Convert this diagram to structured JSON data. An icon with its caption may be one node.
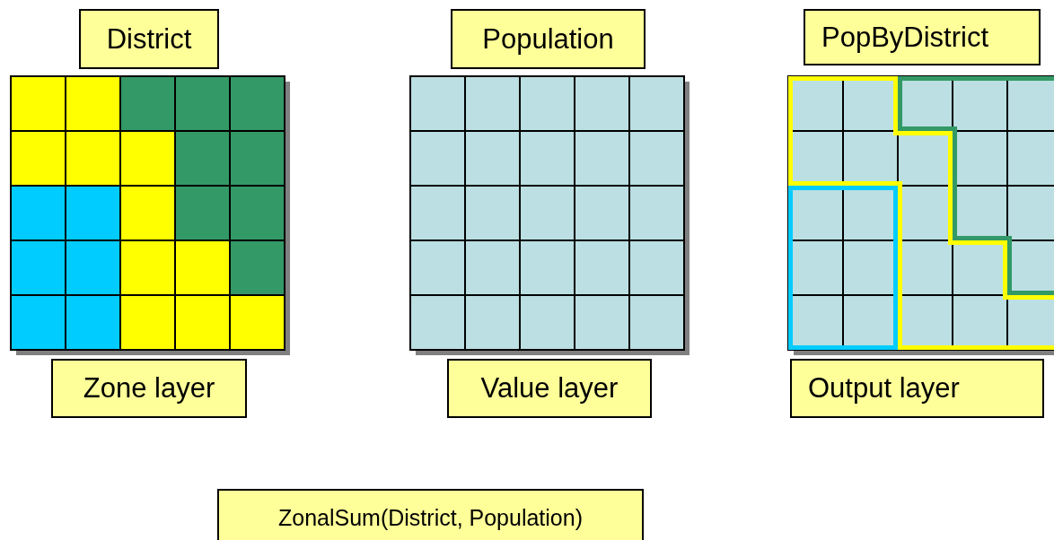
{
  "diagram": {
    "nodes": [
      {
        "text": [
          "District"
        ]
      },
      {
        "text": [
          "Population"
        ]
      },
      {
        "text": [
          "PopByDistrict"
        ]
      },
      {
        "text": [
          "Zone layer"
        ]
      },
      {
        "text": [
          "Value layer"
        ]
      },
      {
        "text": [
          "Output layer"
        ]
      },
      {
        "text": [
          "ZonalSum(District, Population)"
        ]
      }
    ]
  }
}
